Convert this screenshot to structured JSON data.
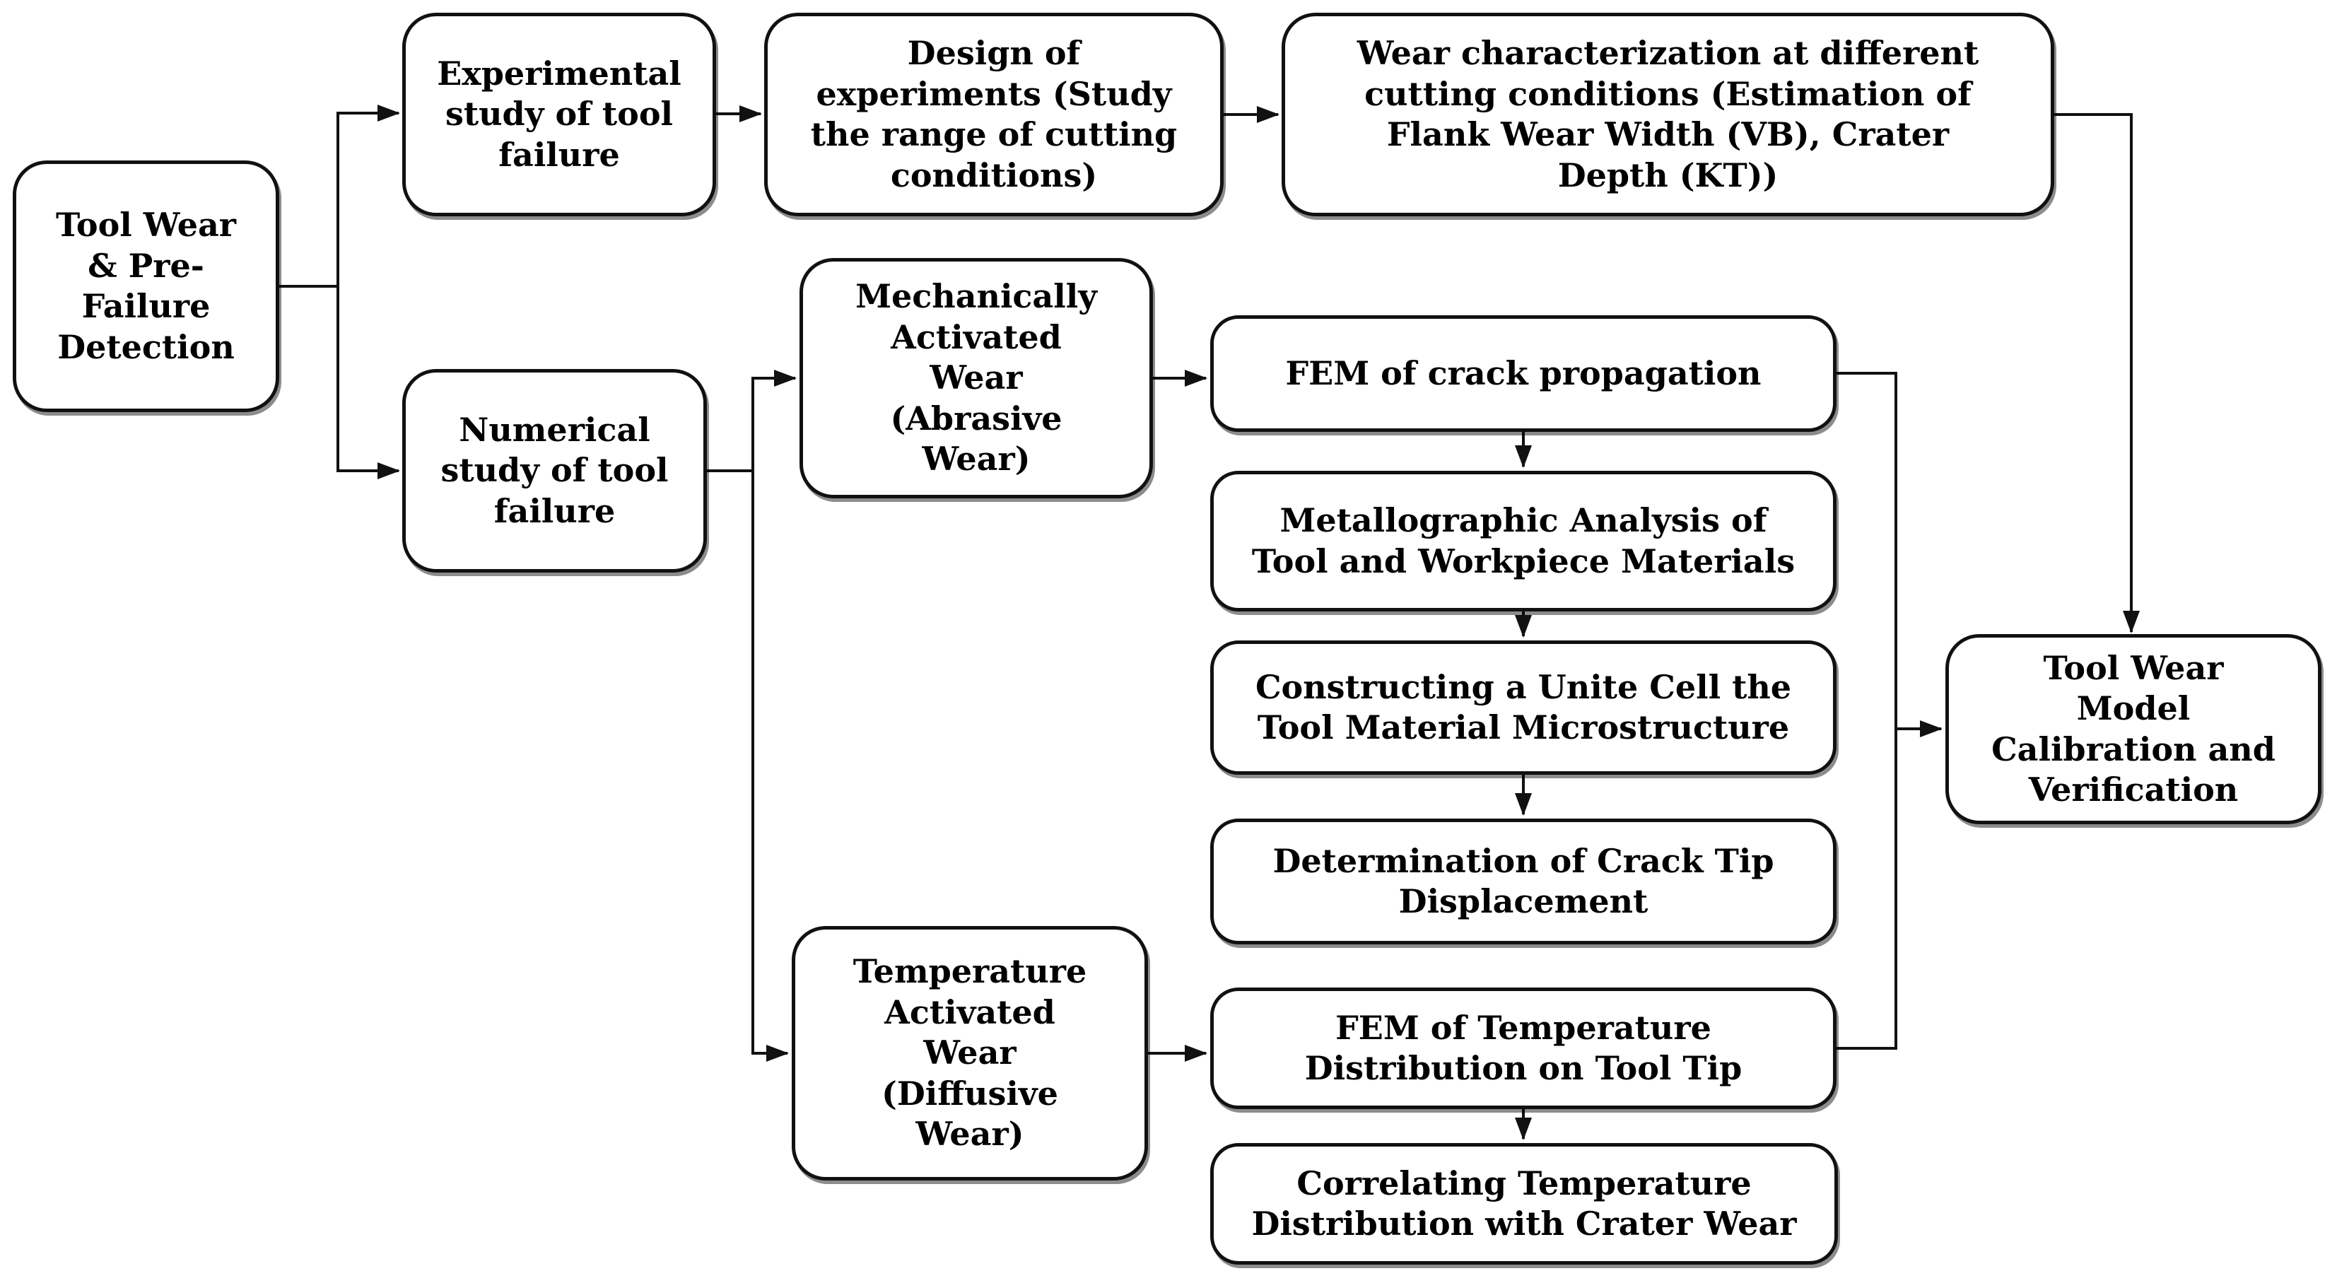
{
  "diagram": {
    "nodes": {
      "tool_wear_detection": {
        "label": "Tool Wear\n& Pre-\nFailure\nDetection"
      },
      "experimental_study": {
        "label": "Experimental\nstudy of tool\nfailure"
      },
      "design_of_experiments": {
        "label": "Design of\nexperiments (Study\nthe range of cutting\nconditions)"
      },
      "wear_characterization": {
        "label": "Wear characterization at different\ncutting conditions (Estimation of\nFlank Wear Width (VB), Crater\nDepth (KT))"
      },
      "numerical_study": {
        "label": "Numerical\nstudy of tool\nfailure"
      },
      "mechanically_activated": {
        "label": "Mechanically\nActivated\nWear\n(Abrasive\nWear)"
      },
      "fem_crack": {
        "label": "FEM of crack propagation"
      },
      "metallographic": {
        "label": "Metallographic Analysis of\nTool and Workpiece Materials"
      },
      "constructing": {
        "label": "Constructing a Unite Cell the\nTool Material Microstructure"
      },
      "determination": {
        "label": "Determination of Crack Tip\nDisplacement"
      },
      "temperature_activated": {
        "label": "Temperature\nActivated\nWear\n(Diffusive\nWear)"
      },
      "fem_temperature": {
        "label": "FEM of Temperature\nDistribution on Tool Tip"
      },
      "correlating": {
        "label": "Correlating Temperature\nDistribution with Crater Wear"
      },
      "tool_wear_model": {
        "label": "Tool Wear\nModel\nCalibration and\nVerification"
      }
    },
    "edges": [
      {
        "from": "tool_wear_detection",
        "to": "experimental_study"
      },
      {
        "from": "tool_wear_detection",
        "to": "numerical_study"
      },
      {
        "from": "experimental_study",
        "to": "design_of_experiments"
      },
      {
        "from": "design_of_experiments",
        "to": "wear_characterization"
      },
      {
        "from": "wear_characterization",
        "to": "tool_wear_model"
      },
      {
        "from": "numerical_study",
        "to": "mechanically_activated"
      },
      {
        "from": "numerical_study",
        "to": "temperature_activated"
      },
      {
        "from": "mechanically_activated",
        "to": "fem_crack"
      },
      {
        "from": "fem_crack",
        "to": "metallographic"
      },
      {
        "from": "metallographic",
        "to": "constructing"
      },
      {
        "from": "constructing",
        "to": "determination"
      },
      {
        "from": "fem_crack",
        "to": "tool_wear_model"
      },
      {
        "from": "temperature_activated",
        "to": "fem_temperature"
      },
      {
        "from": "fem_temperature",
        "to": "correlating"
      },
      {
        "from": "fem_temperature",
        "to": "tool_wear_model"
      }
    ],
    "colors": {
      "line": "#111111",
      "box_fill": "#ffffff",
      "text": "#000000"
    }
  }
}
